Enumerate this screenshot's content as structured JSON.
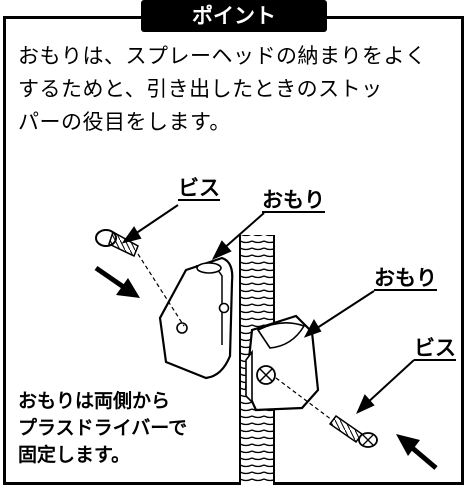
{
  "header": {
    "badge": "ポイント"
  },
  "intro": {
    "line1": "おもりは、スプレーヘッドの納まりをよく",
    "line2": "するためと、引き出したときのストッ",
    "line3": "パーの役目をします。"
  },
  "labels": {
    "screw_top": "ビス",
    "weight_top": "おもり",
    "weight_right": "おもり",
    "screw_right": "ビス"
  },
  "note": {
    "line1": "おもりは両側から",
    "line2": "プラスドライバーで",
    "line3": "固定します。"
  }
}
